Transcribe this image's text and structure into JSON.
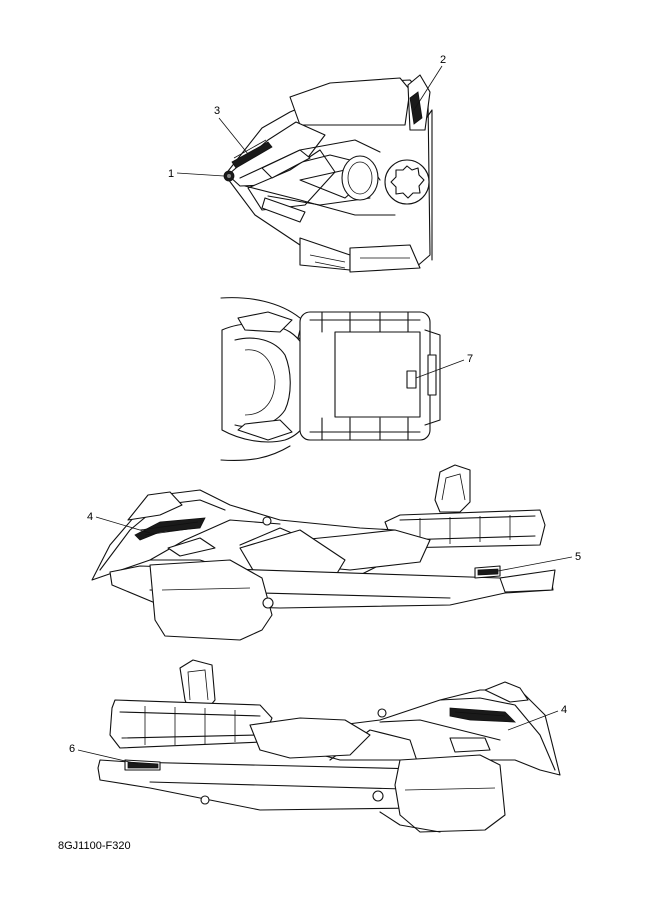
{
  "callouts": [
    {
      "id": "1",
      "label": "1"
    },
    {
      "id": "2",
      "label": "2"
    },
    {
      "id": "3",
      "label": "3"
    },
    {
      "id": "4a",
      "label": "4"
    },
    {
      "id": "5",
      "label": "5"
    },
    {
      "id": "6",
      "label": "6"
    },
    {
      "id": "7",
      "label": "7"
    },
    {
      "id": "4b",
      "label": "4"
    }
  ],
  "part_code": "8GJ1100-F320"
}
